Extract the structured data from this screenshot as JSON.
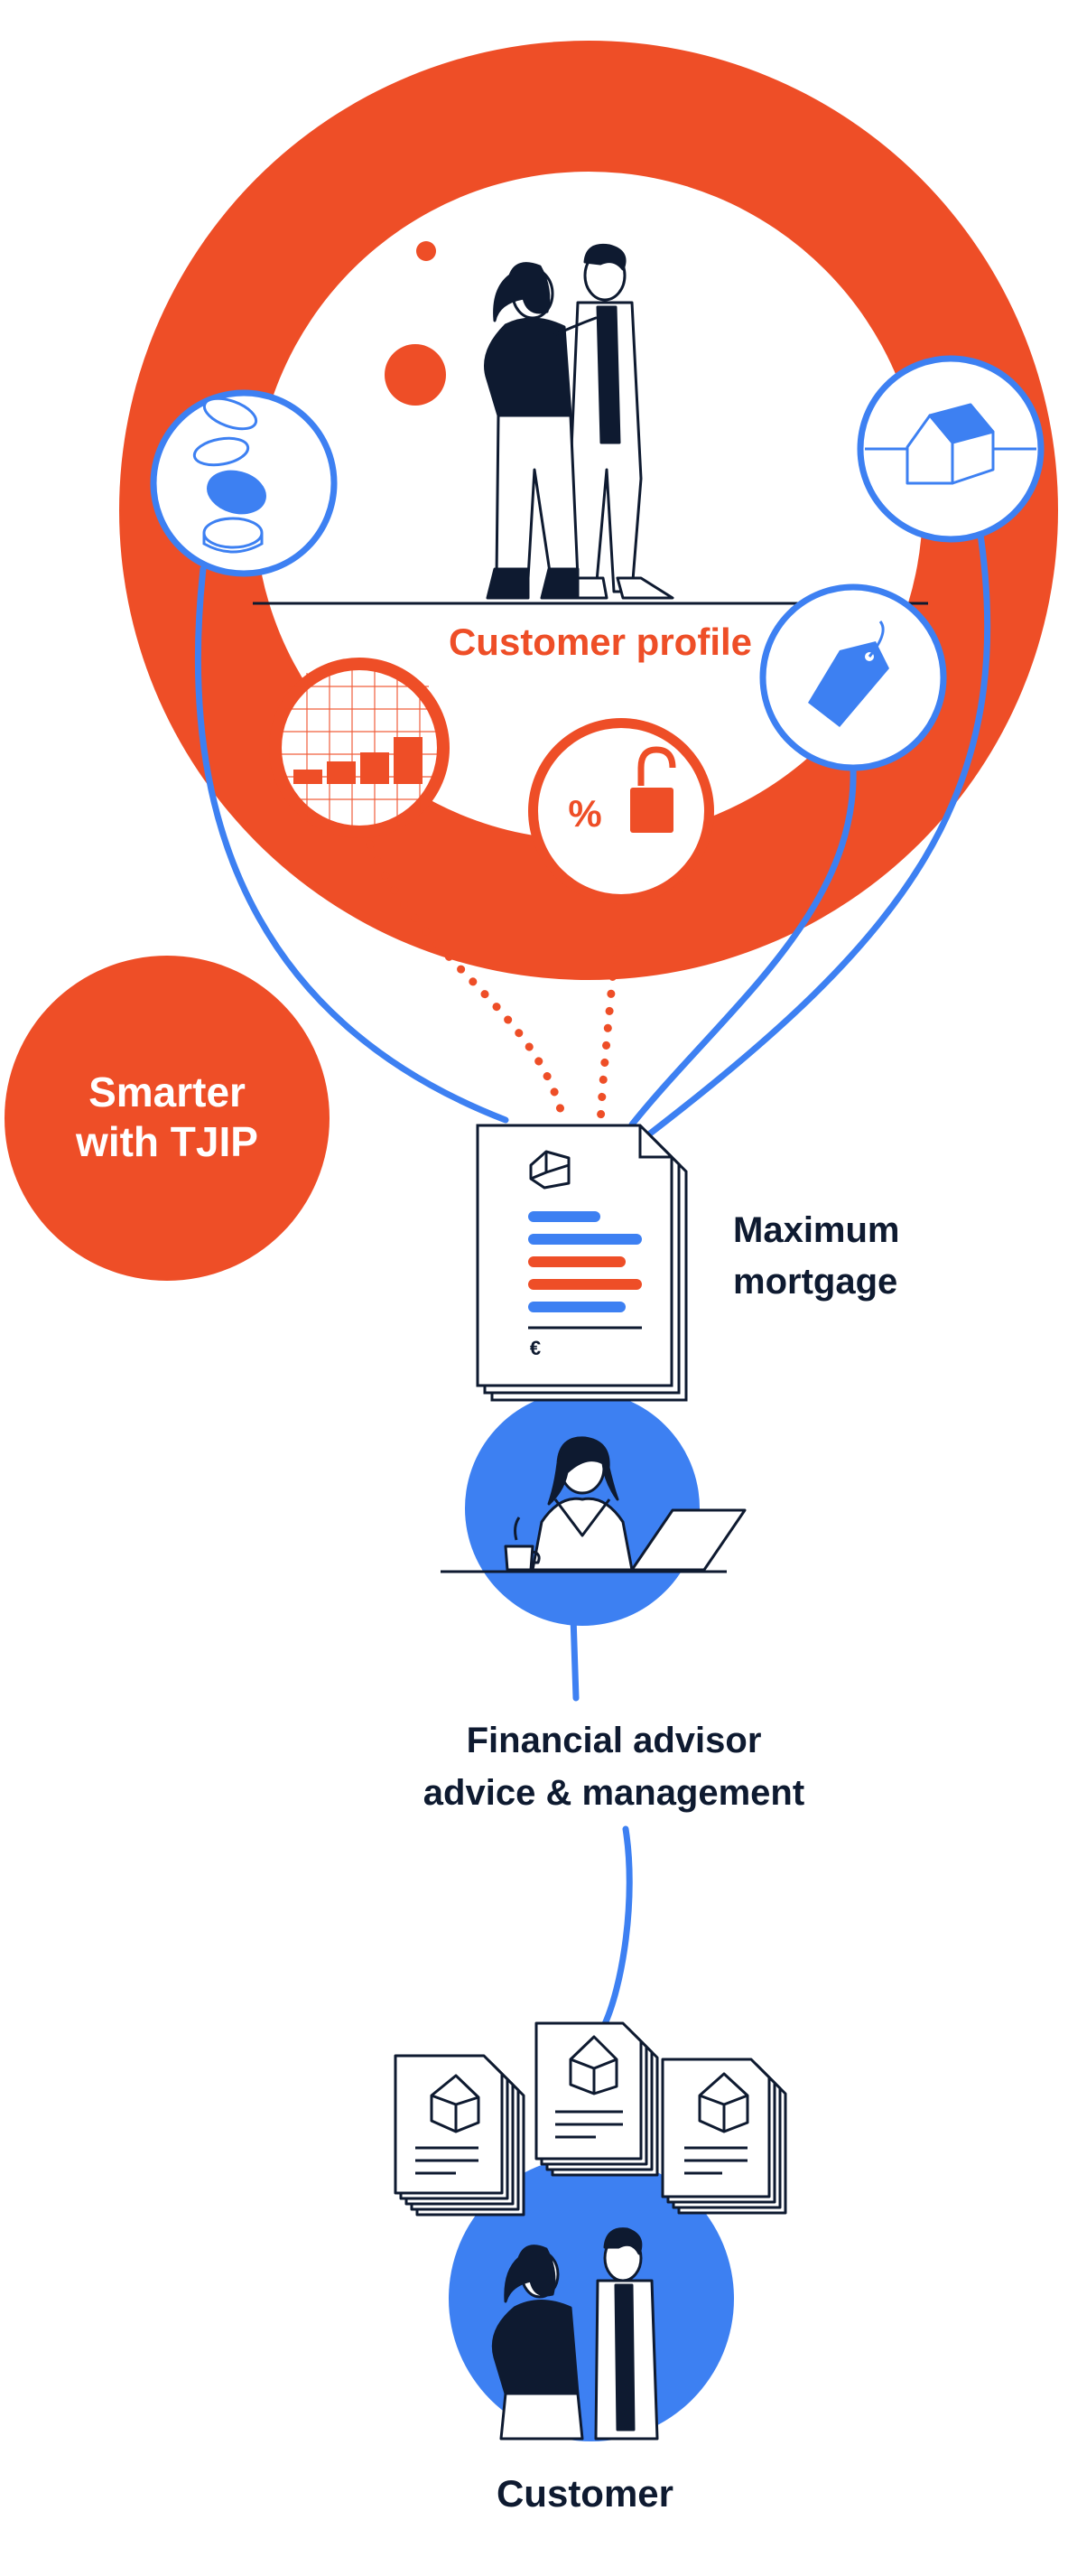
{
  "labels": {
    "customer_profile": "Customer profile",
    "smarter_line1": "Smarter",
    "smarter_line2": "with TJIP",
    "max_mortgage_line1": "Maximum",
    "max_mortgage_line2": "mortgage",
    "advisor_line1": "Financial advisor",
    "advisor_line2": "advice & management",
    "customer": "Customer",
    "euro_sign": "€",
    "percent_sign": "%"
  },
  "colors": {
    "orange": "#EE4E27",
    "blue": "#3D80F2",
    "navy": "#0E1A30",
    "white": "#FFFFFF"
  },
  "icons": [
    "coins-icon",
    "house-icon",
    "bar-chart-icon",
    "percent-unlock-icon",
    "price-tag-icon",
    "document-icon",
    "advisor-laptop-icon",
    "document-stack-icon",
    "couple-icon"
  ]
}
